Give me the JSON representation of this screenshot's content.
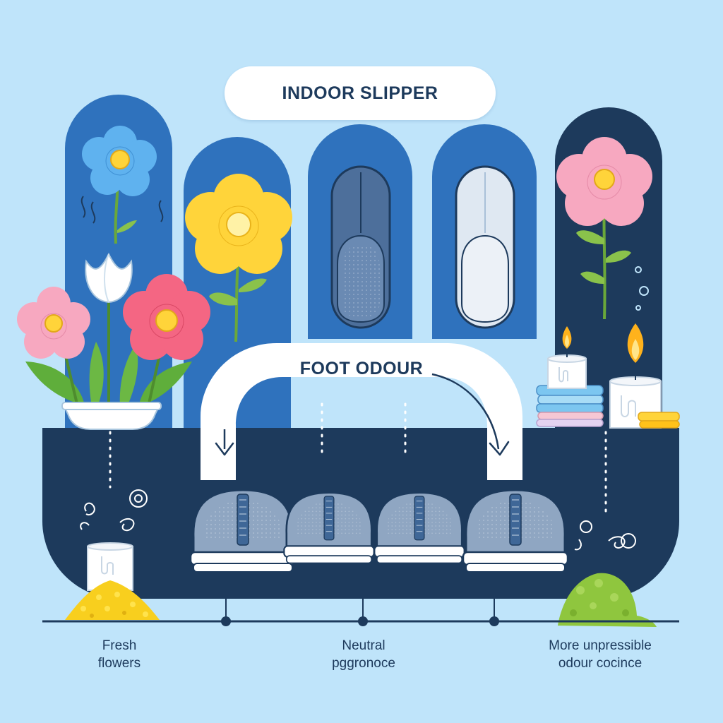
{
  "header": {
    "title": "INDOOR SLIPPER"
  },
  "arch": {
    "label": "FOOT ODOUR"
  },
  "scale": {
    "labels": [
      {
        "line1": "Fresh",
        "line2": "flowers"
      },
      {
        "line1": "Neutral",
        "line2": "pggronoce"
      },
      {
        "line1": "More unpressible",
        "line2": "odour cocince"
      }
    ]
  },
  "colors": {
    "background": "#bfe4fa",
    "panel_blue": "#2f72bd",
    "panel_navy": "#1d3a5c",
    "shoe_gray": "#8fa6c2",
    "flower_blue": "#5fb2ef",
    "flower_yellow": "#ffd43a",
    "flower_pink": "#f7a8c0",
    "flower_red": "#f46683",
    "odour_green": "#8fc63e",
    "powder_yellow": "#f8cf1e"
  },
  "icons": [
    "blue-flower-icon",
    "yellow-flower-icon",
    "pink-flower-icon",
    "red-flower-icon",
    "white-tulip-icon",
    "slipper-icon",
    "shoe-icon",
    "candle-icon",
    "towel-stack-icon",
    "odour-swirl-icon",
    "green-odour-mound-icon",
    "yellow-powder-icon"
  ]
}
